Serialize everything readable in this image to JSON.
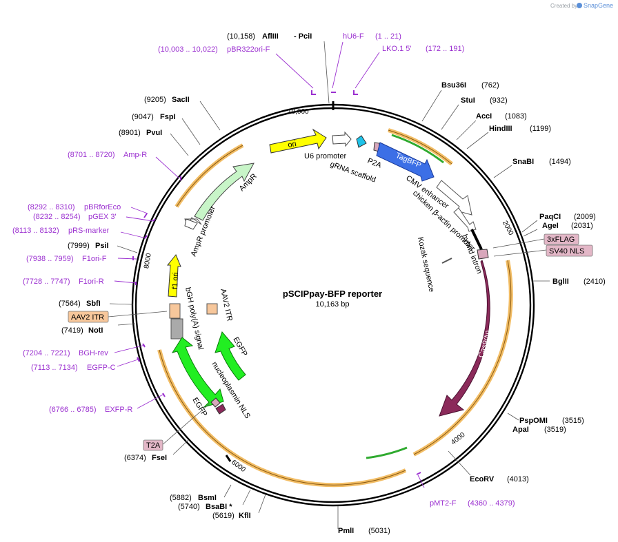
{
  "header": {
    "created_by": "Created by",
    "brand": "SnapGene"
  },
  "plasmid": {
    "name": "pSCIPpay-BFP reporter",
    "length": "10,163 bp"
  },
  "ticks": [
    "10,000",
    "2000",
    "4000",
    "6000",
    "8000"
  ],
  "sites": [
    {
      "pos": "(10,158)",
      "name": "AflIII"
    },
    {
      "pos": "",
      "name": "- PciI"
    },
    {
      "pos": "(762)",
      "name": "Bsu36I"
    },
    {
      "pos": "(932)",
      "name": "StuI"
    },
    {
      "pos": "(1083)",
      "name": "AccI"
    },
    {
      "pos": "(1199)",
      "name": "HindIII"
    },
    {
      "pos": "(1494)",
      "name": "SnaBI"
    },
    {
      "pos": "(2009)",
      "name": "PaqCI"
    },
    {
      "pos": "(2031)",
      "name": "AgeI"
    },
    {
      "pos": "(2410)",
      "name": "BglII"
    },
    {
      "pos": "(3515)",
      "name": "PspOMI"
    },
    {
      "pos": "(3519)",
      "name": "ApaI"
    },
    {
      "pos": "(4013)",
      "name": "EcoRV"
    },
    {
      "pos": "(5031)",
      "name": "PmlI"
    },
    {
      "pos": "(5619)",
      "name": "KflI"
    },
    {
      "pos": "(5740)",
      "name": "BsaBI *"
    },
    {
      "pos": "(5882)",
      "name": "BsmI"
    },
    {
      "pos": "(6374)",
      "name": "FseI"
    },
    {
      "pos": "(7419)",
      "name": "NotI"
    },
    {
      "pos": "(7564)",
      "name": "SbfI"
    },
    {
      "pos": "(7999)",
      "name": "PsiI"
    },
    {
      "pos": "(8901)",
      "name": "PvuI"
    },
    {
      "pos": "(9047)",
      "name": "FspI"
    },
    {
      "pos": "(9205)",
      "name": "SacII"
    }
  ],
  "primers": [
    {
      "pos": "(10,003 .. 10,022)",
      "name": "pBR322ori-F"
    },
    {
      "pos": "(1 .. 21)",
      "name": "hU6-F"
    },
    {
      "pos": "(172 .. 191)",
      "name": "LKO.1 5'"
    },
    {
      "pos": "(8701 .. 8720)",
      "name": "Amp-R"
    },
    {
      "pos": "(8292 .. 8310)",
      "name": "pBRforEco"
    },
    {
      "pos": "(8232 .. 8254)",
      "name": "pGEX 3'"
    },
    {
      "pos": "(8113 .. 8132)",
      "name": "pRS-marker"
    },
    {
      "pos": "(7938 .. 7959)",
      "name": "F1ori-F"
    },
    {
      "pos": "(7728 .. 7747)",
      "name": "F1ori-R"
    },
    {
      "pos": "(7204 .. 7221)",
      "name": "BGH-rev"
    },
    {
      "pos": "(7113 .. 7134)",
      "name": "EGFP-C"
    },
    {
      "pos": "(6766 .. 6785)",
      "name": "EXFP-R"
    },
    {
      "pos": "(4360 .. 4379)",
      "name": "pMT2-F"
    }
  ],
  "boxed_labels": [
    "3xFLAG",
    "SV40 NLS",
    "AAV2 ITR",
    "T2A"
  ],
  "features": {
    "ori": "ori",
    "u6_promoter": "U6 promoter",
    "grna_scaffold": "gRNA scaffold",
    "p2a": "P2A",
    "tagbfp": "TagBFP",
    "cmv_enhancer": "CMV enhancer",
    "chicken_promoter": "chicken β-actin promoter",
    "hybrid_intron": "hybrid intron",
    "kozak": "Kozak sequence",
    "cas9": "Cas9(N)",
    "ampr": "AmpR",
    "ampr_promoter": "AmpR promoter",
    "f1_ori": "f1 ori",
    "bgh": "bGH poly(A) signal",
    "aav2_itr": "AAV2 ITR",
    "egfp_a": "EGFP",
    "egfp_b": "EGFP",
    "nucleoplasmin": "nucleoplasmin NLS"
  },
  "colors": {
    "primer": "#9b30d0",
    "ori": "#ffff00",
    "tagbfp": "#3c6fe6",
    "cas9": "#8b2a5a",
    "egfp": "#22ee22",
    "ampr": "#c8f5c8",
    "f1ori": "#ffff00",
    "orange_band": "#f0b24a",
    "nls_box": "#e3b7c7",
    "itr_box": "#f7c79b"
  }
}
